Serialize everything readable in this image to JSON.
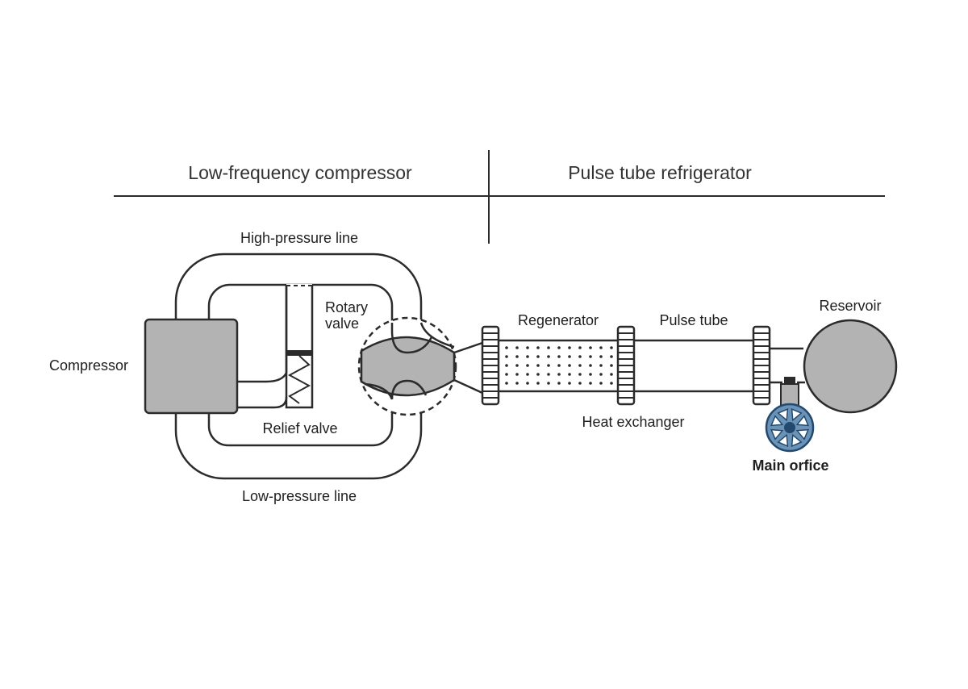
{
  "headers": {
    "left": "Low-frequency compressor",
    "right": "Pulse tube refrigerator"
  },
  "labels": {
    "high_pressure_line": "High-pressure line",
    "low_pressure_line": "Low-pressure line",
    "compressor": "Compressor",
    "rotary_valve_line1": "Rotary",
    "rotary_valve_line2": "valve",
    "relief_valve": "Relief valve",
    "regenerator": "Regenerator",
    "pulse_tube": "Pulse tube",
    "heat_exchanger": "Heat exchanger",
    "reservoir": "Reservoir",
    "main_orifice": "Main orfice"
  },
  "colors": {
    "line": "#2b2b2b",
    "component_fill": "#b3b3b3",
    "valve_blue": "#6b93b8",
    "valve_dark": "#234a6e"
  }
}
